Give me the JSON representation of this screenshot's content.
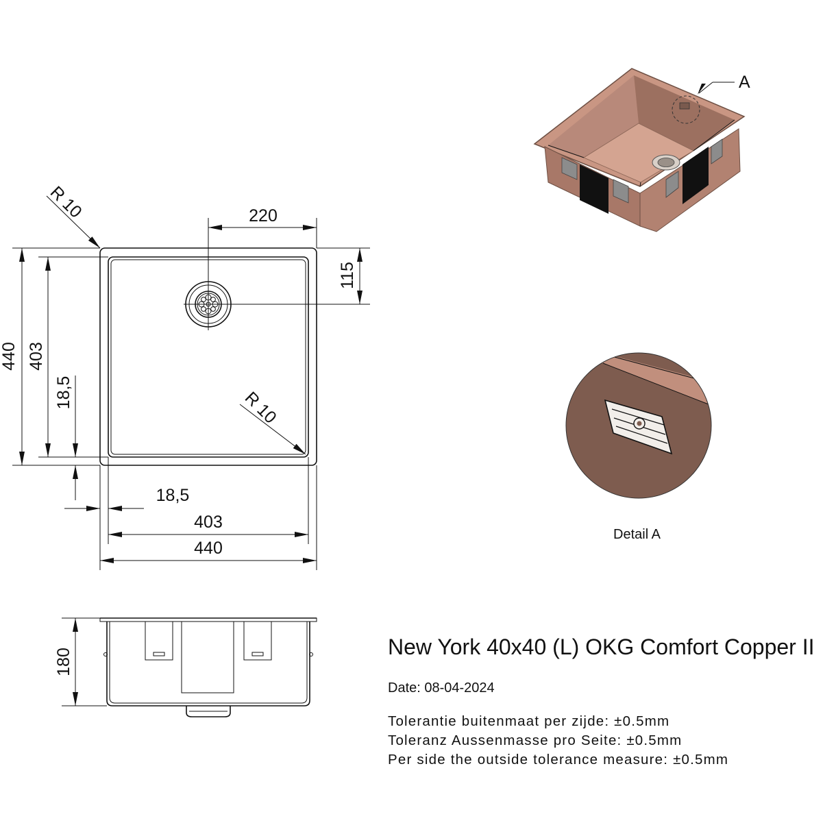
{
  "drawing": {
    "title": "New York 40x40 (L) OKG Comfort Copper II",
    "date": "Date: 08-04-2024",
    "tolerances": [
      "Tolerantie buitenmaat per zijde: ±0.5mm",
      "Toleranz Aussenmasse pro Seite: ±0.5mm",
      "Per side the outside tolerance measure: ±0.5mm"
    ],
    "detail_marker": "A",
    "detail_label": "Detail A"
  },
  "dimensions": {
    "corner_radius_outer": "R 10",
    "corner_radius_inner": "R 10",
    "drain_offset_x": "220",
    "drain_offset_y": "115",
    "outer_height": "440",
    "inner_height": "403",
    "rim_height": "18,5",
    "rim_width": "18,5",
    "inner_width": "403",
    "outer_width": "440",
    "depth": "180"
  },
  "colors": {
    "copper_light": "#c99683",
    "copper_mid": "#b07f6b",
    "copper_dark": "#7f5d4f",
    "clip_dark": "#111111",
    "line": "#111111"
  }
}
